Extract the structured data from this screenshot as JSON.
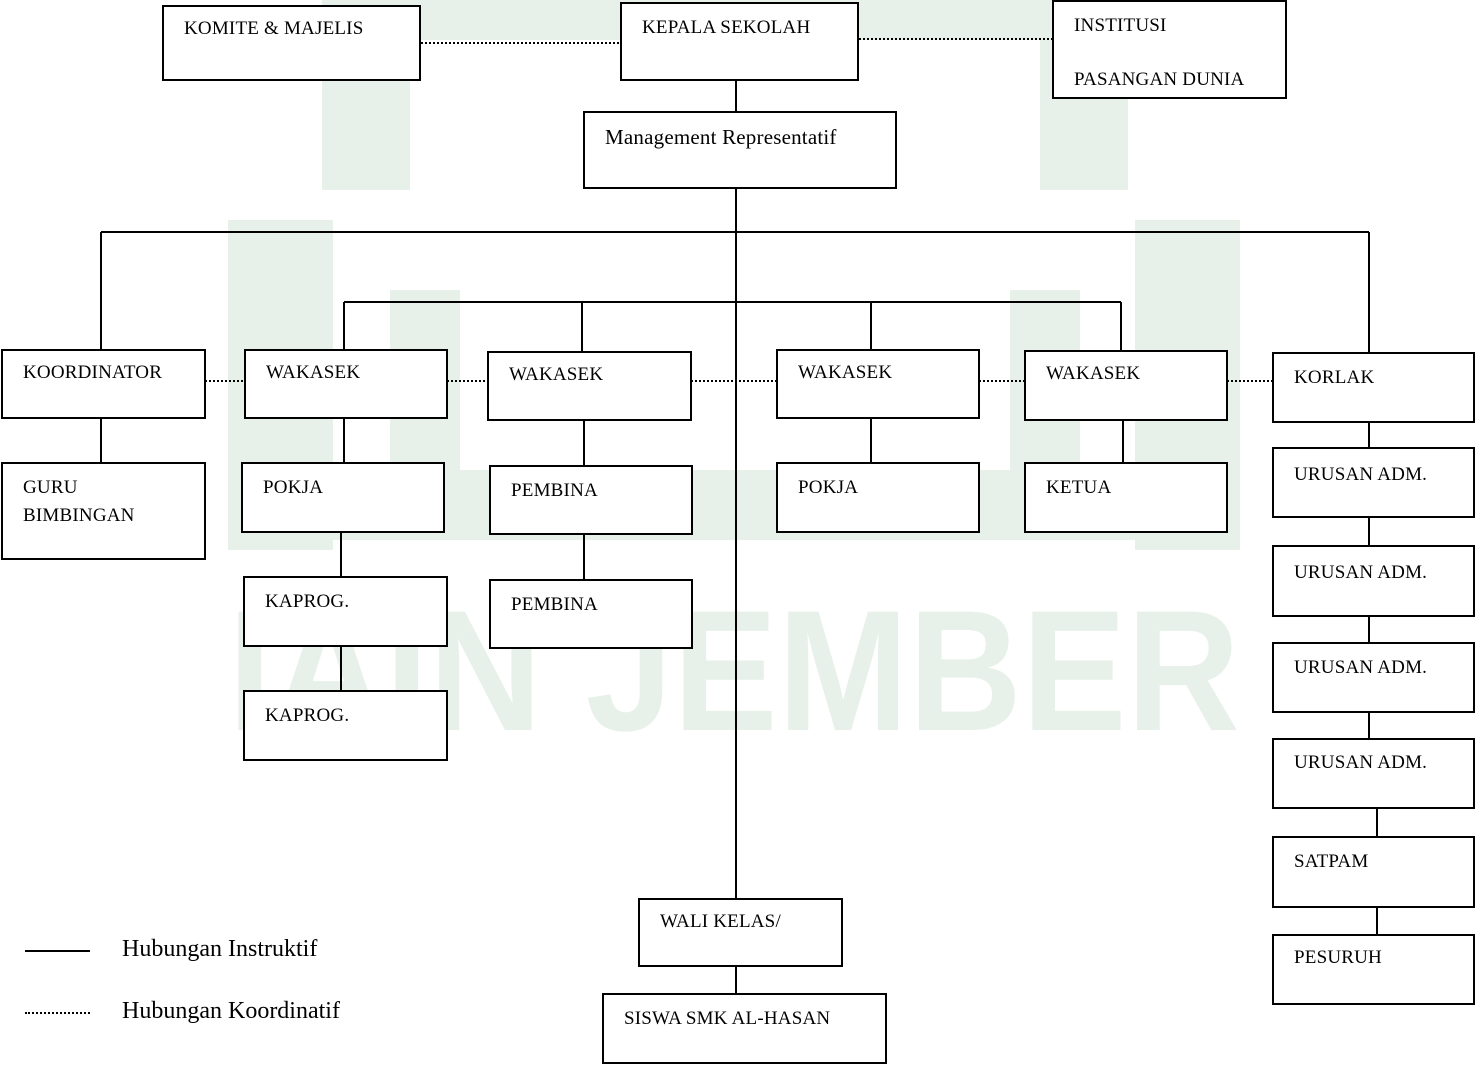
{
  "watermark": {
    "text": "IAIN JEMBER",
    "color": "#e7f1e9"
  },
  "nodes": {
    "komite": "KOMITE & MAJELIS",
    "kepala": "KEPALA SEKOLAH",
    "institusi_1": "INSTITUSI",
    "institusi_2": "PASANGAN DUNIA",
    "management": "Management Representatif",
    "koordinator": "KOORDINATOR",
    "guru_1": "GURU",
    "guru_2": "BIMBINGAN",
    "wakasek_1": "WAKASEK",
    "wakasek_2": "WAKASEK",
    "wakasek_3": "WAKASEK",
    "wakasek_4": "WAKASEK",
    "korlak": "KORLAK",
    "pokja_1": "POKJA",
    "pembina_1": "PEMBINA",
    "pokja_2": "POKJA",
    "ketua": "KETUA",
    "kaprog_1": "KAPROG.",
    "pembina_2": "PEMBINA",
    "kaprog_2": "KAPROG.",
    "urusan_1": "URUSAN ADM.",
    "urusan_2": "URUSAN ADM.",
    "urusan_3": "URUSAN ADM.",
    "urusan_4": "URUSAN ADM.",
    "satpam": "SATPAM",
    "pesuruh": "PESURUH",
    "wali_kelas": "WALI KELAS/",
    "siswa": "SISWA SMK AL-HASAN"
  },
  "legend": {
    "instruktif": "Hubungan Instruktif",
    "koordinatif": "Hubungan Koordinatif"
  }
}
